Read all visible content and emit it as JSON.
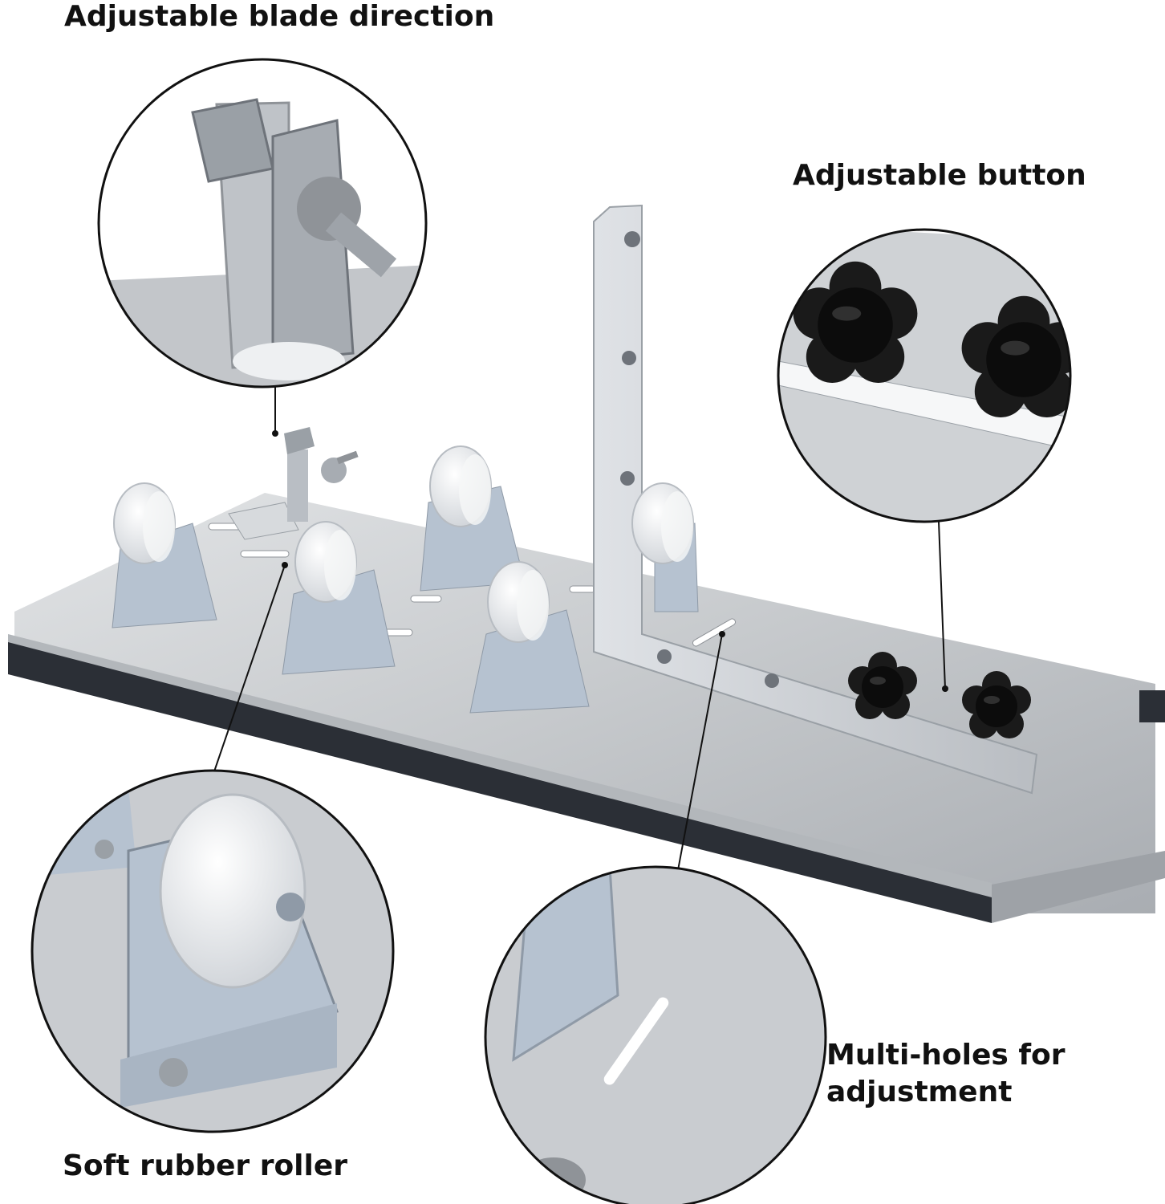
{
  "labels": {
    "blade_direction": "Adjustable blade direction",
    "adjustable_button": "Adjustable button",
    "rubber_roller": "Soft rubber roller",
    "multi_holes_line1": "Multi-holes for",
    "multi_holes_line2": "adjustment"
  },
  "colors": {
    "steel": "#c8cacd",
    "steel_dark": "#8f9398",
    "rubber": "#2b2f36",
    "roller": "#eef0f2",
    "knob": "#141414",
    "leader_line": "#111111"
  },
  "icons": {
    "blade_holder": "blade-holder-icon",
    "roller_wheel": "roller-wheel-icon",
    "star_knob": "star-knob-icon",
    "l_bracket": "l-bracket-icon"
  }
}
